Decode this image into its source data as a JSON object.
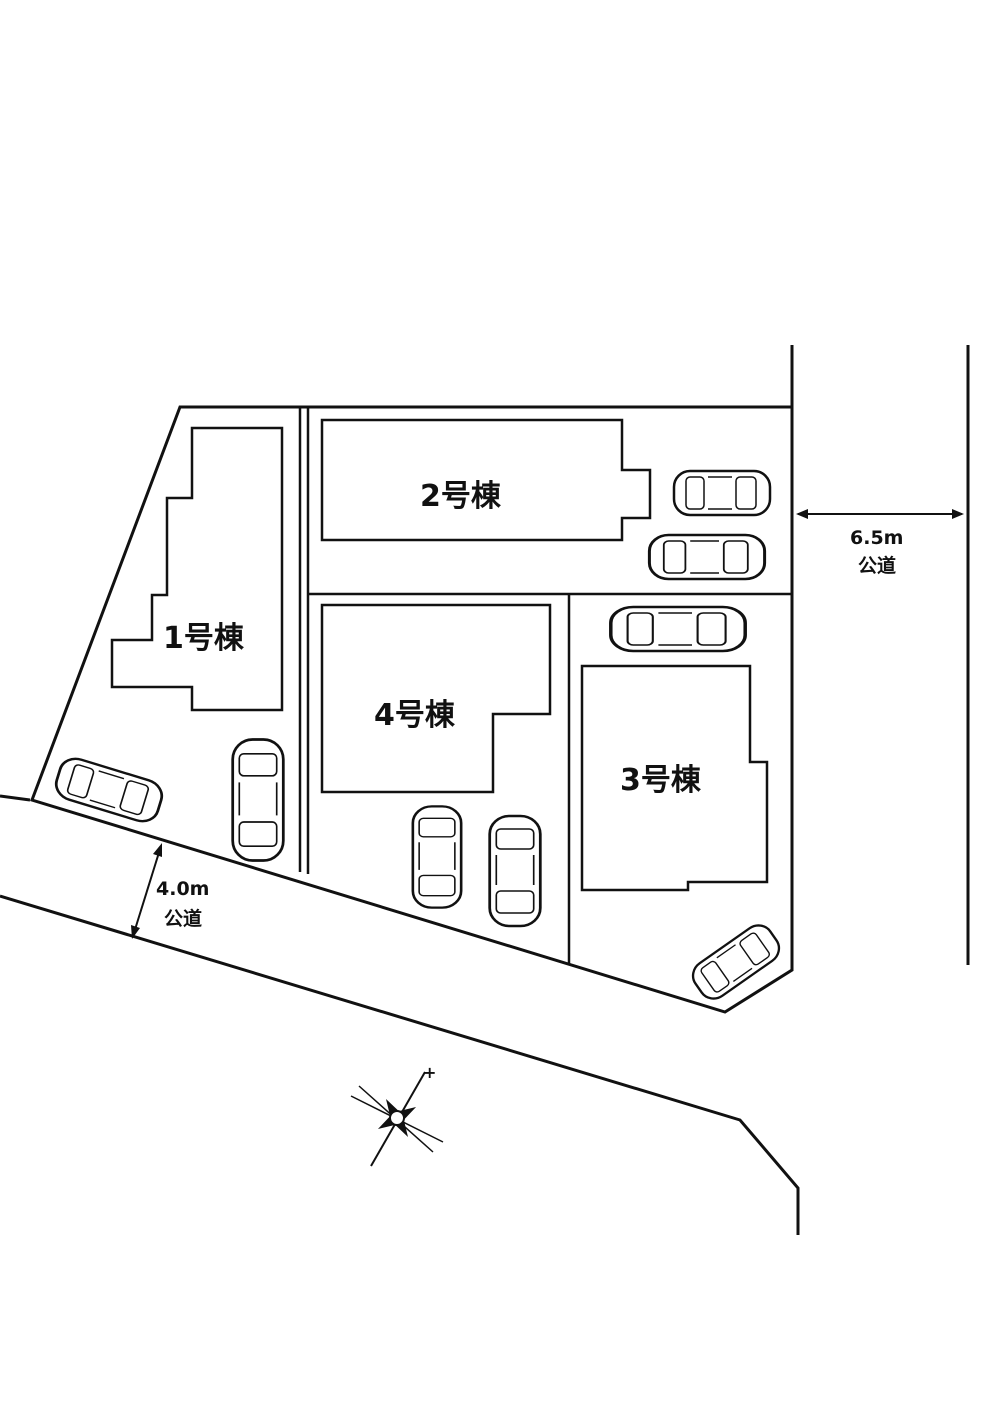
{
  "buildings": [
    {
      "id": "lot-1",
      "label": "1号棟"
    },
    {
      "id": "lot-2",
      "label": "2号棟"
    },
    {
      "id": "lot-3",
      "label": "3号棟"
    },
    {
      "id": "lot-4",
      "label": "4号棟"
    }
  ],
  "roads": {
    "east": {
      "width": "6.5m",
      "type": "公道"
    },
    "south": {
      "width": "4.0m",
      "type": "公道"
    }
  },
  "compass": {
    "north_marker": "+"
  }
}
